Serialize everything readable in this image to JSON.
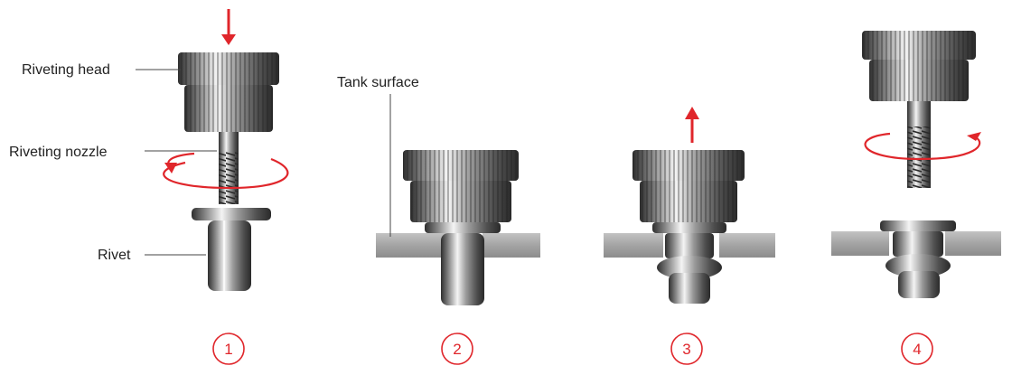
{
  "labels": {
    "riveting_head": "Riveting head",
    "riveting_nozzle": "Riveting nozzle",
    "rivet": "Rivet",
    "tank_surface": "Tank surface"
  },
  "steps": [
    {
      "number": "1"
    },
    {
      "number": "2"
    },
    {
      "number": "3"
    },
    {
      "number": "4"
    }
  ],
  "colors": {
    "accent": "#e0262b",
    "metal_dark": "#3a3a3a",
    "metal_mid": "#8e8e8e",
    "metal_light": "#e6e6e6",
    "plate": "#a9a9a9",
    "leader": "#444444",
    "text": "#222222"
  }
}
